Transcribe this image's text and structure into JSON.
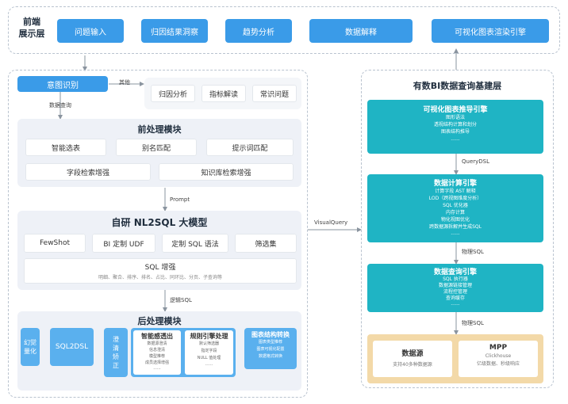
{
  "frontend": {
    "label": "前端\n展示层",
    "items": [
      "问题输入",
      "归因结果洞察",
      "趋势分析",
      "数据解释",
      "可视化图表渲染引擎"
    ]
  },
  "intent": {
    "button": "意图识别",
    "other_label": "其他",
    "data_query_label": "数据查询",
    "others": [
      "归因分析",
      "指标解读",
      "常识问题"
    ]
  },
  "preprocess": {
    "title": "前处理模块",
    "row1": [
      "智能选表",
      "别名匹配",
      "提示词匹配"
    ],
    "row2": [
      "字段检索增强",
      "知识库检索增强"
    ],
    "prompt_label": "Prompt"
  },
  "model": {
    "title": "自研 NL2SQL 大模型",
    "items": [
      "FewShot",
      "BI 定制 UDF",
      "定制 SQL 语法",
      "筛选集"
    ],
    "sql_title": "SQL 增强",
    "sql_desc": "明细、聚合、排序、排名、占比、同环比、分页、子查询等",
    "logic_sql_label": "逻辑SQL"
  },
  "postprocess": {
    "title": "后处理模块",
    "hallucination": "幻觉\n量化",
    "sql2dsl": "SQL2DSL",
    "clarify": "澄\n清\n矫\n正",
    "smart": {
      "title": "智能感透出",
      "lines": [
        "数据源澄清",
        "信息澄清",
        "模型推荐",
        "成员选择增强",
        "......"
      ]
    },
    "rule": {
      "title": "规则引擎处理",
      "lines": [
        "默认筛选器",
        "指定字段",
        "NULL 值处理",
        "......"
      ]
    },
    "chart": {
      "title": "图表结构转换",
      "lines": [
        "图表类型推荐",
        "图表可视化配置",
        "数据格式转换"
      ]
    }
  },
  "visual_query_label": "VisualQuery",
  "right": {
    "title": "有数BI数据查询基建层",
    "viz_engine": {
      "title": "可视化图表推导引擎",
      "lines": [
        "图形语法",
        "透视结构计算和划分",
        "图表结构推导",
        "......"
      ]
    },
    "query_dsl_label": "QueryDSL",
    "calc_engine": {
      "title": "数据计算引擎",
      "lines": [
        "计算字段 AST 解释",
        "LOD（跨视图维度分析）",
        "SQL 优化器",
        "内存计算",
        "物化视图优化",
        "跨数据源拆解并生成SQL",
        "......"
      ]
    },
    "physical_sql_label_1": "物理SQL",
    "query_engine": {
      "title": "数据查询引擎",
      "lines": [
        "SQL 执行器",
        "数据源链接管理",
        "流程控管理",
        "查询缓存",
        "......"
      ]
    },
    "physical_sql_label_2": "物理SQL",
    "datasource": {
      "title": "数据源",
      "desc": "支持40多种数据源"
    },
    "mpp": {
      "title": "MPP",
      "desc1": "Clickhouse",
      "desc2": "亿级数据、秒级响应"
    }
  }
}
